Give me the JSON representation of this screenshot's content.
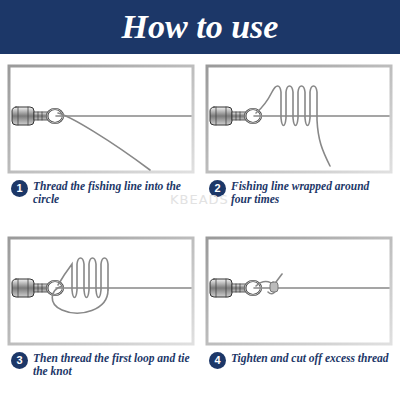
{
  "diagram": {
    "title": "How to use",
    "nodes": [
      {
        "text": [
          "1"
        ]
      },
      {
        "text": [
          "2"
        ]
      },
      {
        "text": [
          "3"
        ]
      },
      {
        "text": [
          "4"
        ]
      }
    ],
    "labels": [
      "Thread the fishing line into the circle",
      "Fishing line wrapped around four times",
      "Then thread the first loop and tie the knot",
      "Tighten and cut off excess thread",
      "KBEADS"
    ]
  }
}
